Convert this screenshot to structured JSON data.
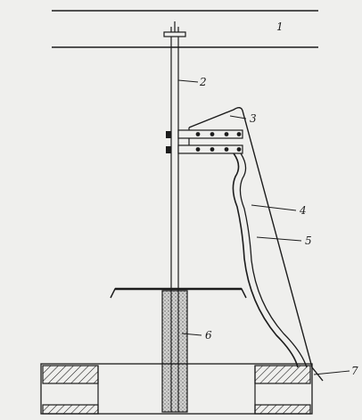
{
  "figure": {
    "callouts": {
      "c1": "1",
      "c2": "2",
      "c3": "3",
      "c4": "4",
      "c5": "5",
      "c6": "6",
      "c7": "7"
    }
  },
  "colors": {
    "paper": "#efefed",
    "ink": "#1c1c1c",
    "stipple": "#6a6a6a"
  }
}
